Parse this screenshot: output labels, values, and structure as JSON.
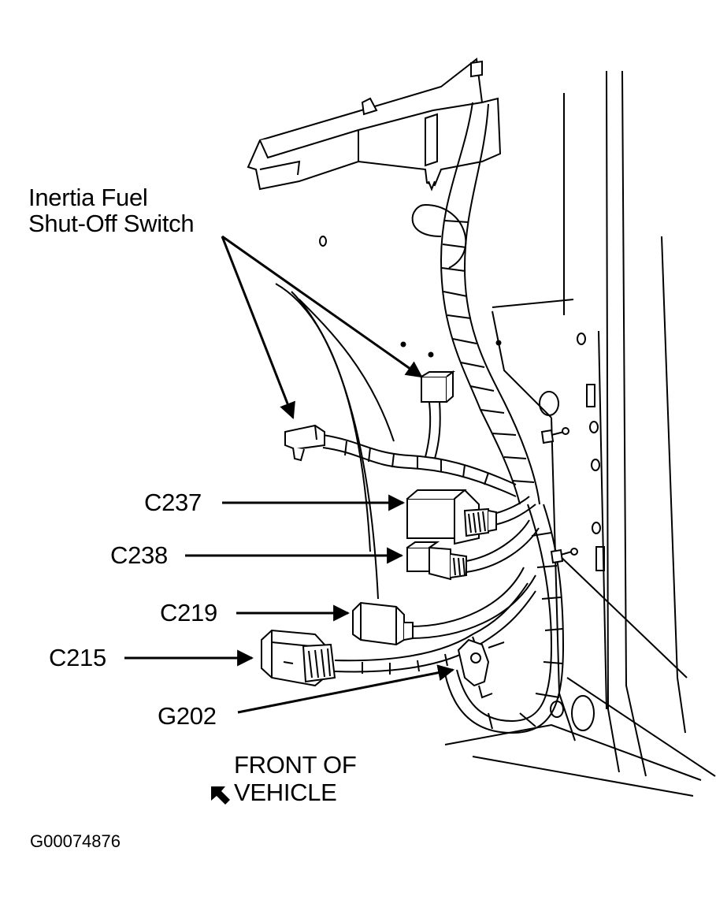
{
  "callouts": {
    "inertia_switch": [
      "Inertia Fuel",
      "Shut-Off Switch"
    ],
    "c237": "C237",
    "c238": "C238",
    "c219": "C219",
    "c215": "C215",
    "g202": "G202"
  },
  "orientation": {
    "line1": "FRONT OF",
    "line2": "VEHICLE"
  },
  "figure_id": "G00074876",
  "colors": {
    "ink": "#000000",
    "paper": "#ffffff"
  }
}
